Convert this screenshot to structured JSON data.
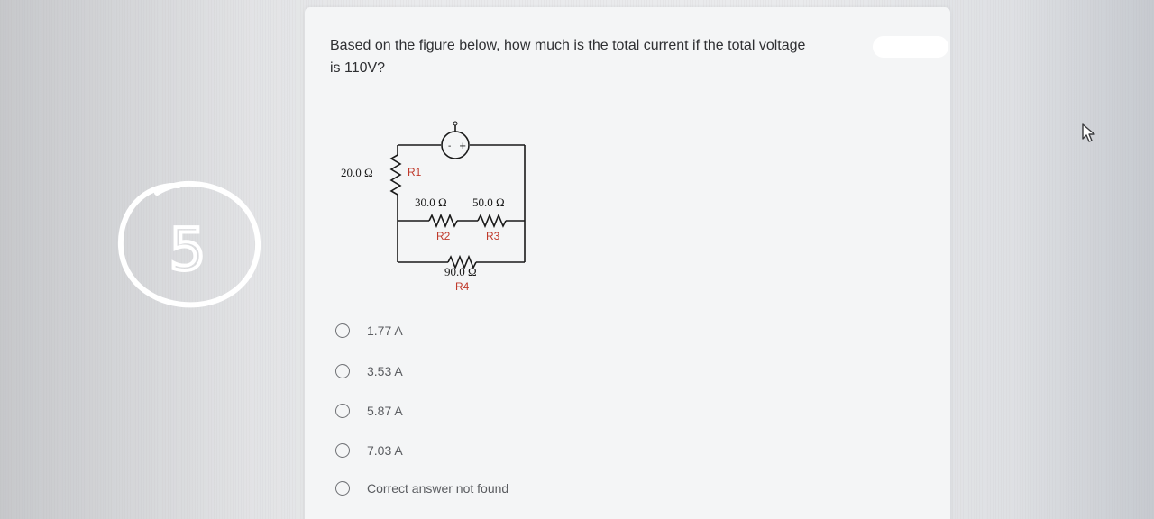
{
  "question": {
    "line1": "Based on the figure below, how much is the total current if the total voltage",
    "line2": "is 110V?"
  },
  "annotation": {
    "handwritten_number": "5"
  },
  "circuit": {
    "r1_value": "20.0 Ω",
    "r1_name": "R1",
    "r2_value": "30.0 Ω",
    "r2_name": "R2",
    "r3_value": "50.0 Ω",
    "r3_name": "R3",
    "r4_value": "90.0 Ω",
    "r4_name": "R4",
    "source_minus": "-",
    "source_plus": "+",
    "label_color": "#c0392b"
  },
  "options": [
    {
      "label": "1.77 A"
    },
    {
      "label": "3.53 A"
    },
    {
      "label": "5.87 A"
    },
    {
      "label": "7.03 A"
    },
    {
      "label": "Correct answer not found"
    }
  ],
  "icons": {
    "cursor": "mouse-pointer-icon",
    "radio": "radio-button-icon"
  }
}
